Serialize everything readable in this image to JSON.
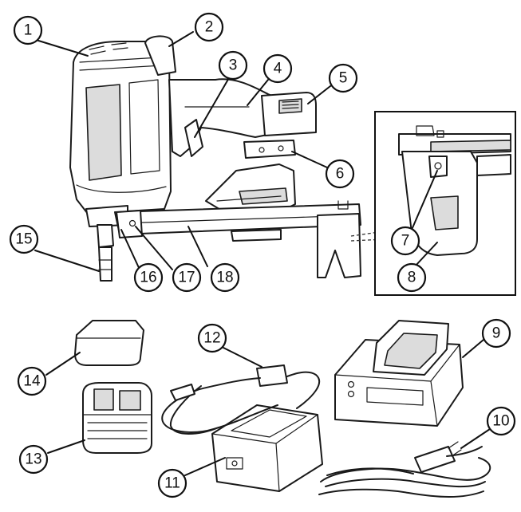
{
  "callouts": {
    "c1": "1",
    "c2": "2",
    "c3": "3",
    "c4": "4",
    "c5": "5",
    "c6": "6",
    "c7": "7",
    "c8": "8",
    "c9": "9",
    "c10": "10",
    "c11": "11",
    "c12": "12",
    "c13": "13",
    "c14": "14",
    "c15": "15",
    "c16": "16",
    "c17": "17",
    "c18": "18"
  },
  "colors": {
    "ink": "#1a1a1a",
    "shade": "#dcdcdc",
    "background": "#ffffff"
  }
}
